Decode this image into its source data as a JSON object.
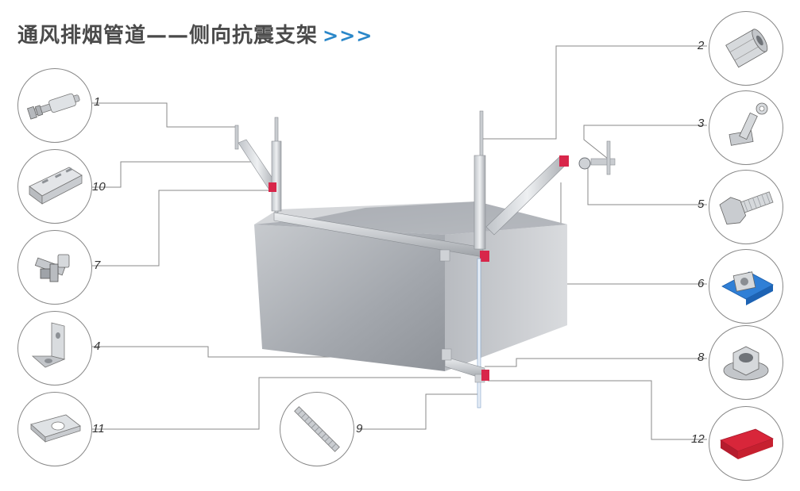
{
  "title": "通风排烟管道——侧向抗震支架",
  "title_arrows": ">>>",
  "callouts": [
    {
      "id": "1",
      "label": "1",
      "component": "expansion-anchor-bolt"
    },
    {
      "id": "2",
      "label": "2",
      "component": "coupling-nut"
    },
    {
      "id": "3",
      "label": "3",
      "component": "seismic-hinge-connector"
    },
    {
      "id": "4",
      "label": "4",
      "component": "angle-connector"
    },
    {
      "id": "5",
      "label": "5",
      "component": "hex-bolt"
    },
    {
      "id": "6",
      "label": "6",
      "component": "channel-spring-nut"
    },
    {
      "id": "7",
      "label": "7",
      "component": "channel-t-bolt"
    },
    {
      "id": "8",
      "label": "8",
      "component": "flange-nut"
    },
    {
      "id": "9",
      "label": "9",
      "component": "threaded-rod"
    },
    {
      "id": "10",
      "label": "10",
      "component": "slotted-c-channel"
    },
    {
      "id": "11",
      "label": "11",
      "component": "square-washer"
    },
    {
      "id": "12",
      "label": "12",
      "component": "channel-end-cap"
    }
  ],
  "colors": {
    "title": "#4a4a4a",
    "arrows": "#2a87c9",
    "duct": "#a9adb3",
    "accent_red": "#d8264a",
    "spring_nut_blue": "#2f7fd6"
  }
}
